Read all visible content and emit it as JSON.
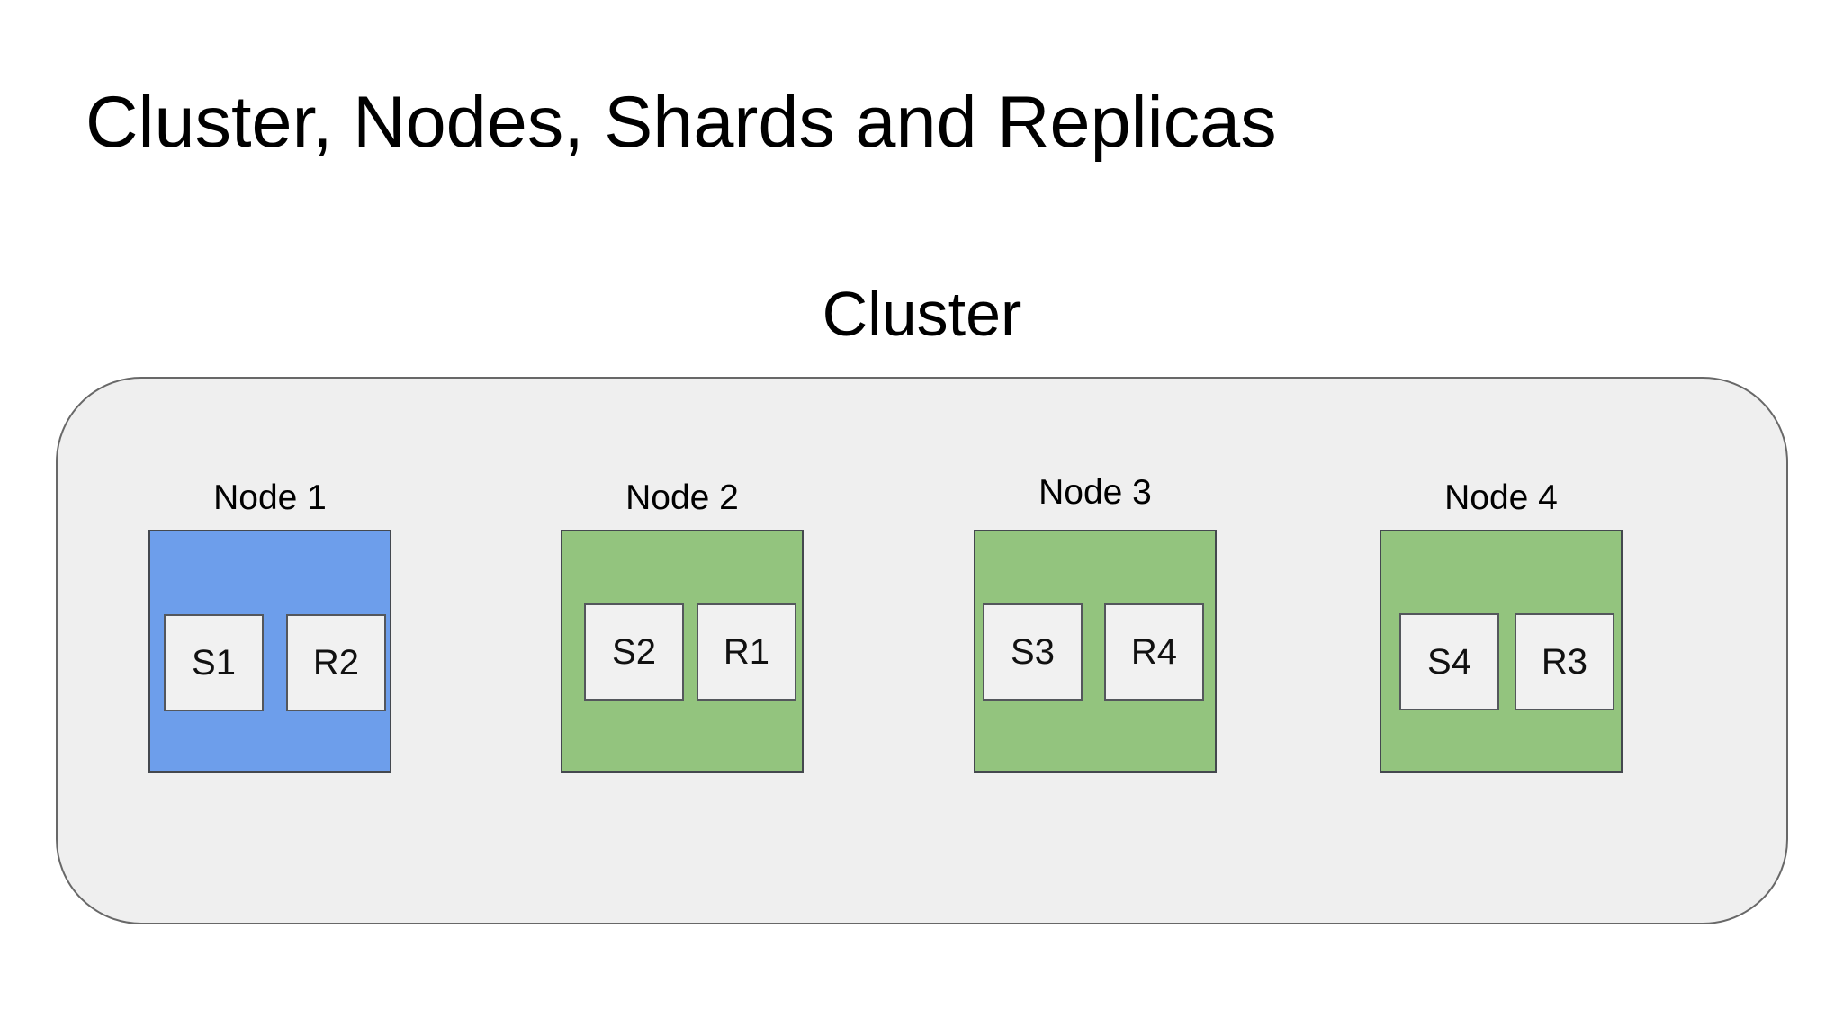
{
  "title": "Cluster, Nodes, Shards and Replicas",
  "cluster": {
    "label": "Cluster",
    "nodes": [
      {
        "label": "Node 1",
        "color": "#6d9eeb",
        "shards": [
          {
            "label": "S1"
          },
          {
            "label": "R2"
          }
        ]
      },
      {
        "label": "Node 2",
        "color": "#93c47e",
        "shards": [
          {
            "label": "S2"
          },
          {
            "label": "R1"
          }
        ]
      },
      {
        "label": "Node 3",
        "color": "#93c47e",
        "shards": [
          {
            "label": "S3"
          },
          {
            "label": "R4"
          }
        ]
      },
      {
        "label": "Node 4",
        "color": "#93c47e",
        "shards": [
          {
            "label": "S4"
          },
          {
            "label": "R3"
          }
        ]
      }
    ]
  },
  "colors": {
    "primary_node_fill": "#6d9eeb",
    "replica_node_fill": "#93c47e",
    "cluster_fill": "#efefef",
    "shard_fill": "#f1f1f1",
    "node_border": "#44484e",
    "cluster_border": "#686868"
  }
}
